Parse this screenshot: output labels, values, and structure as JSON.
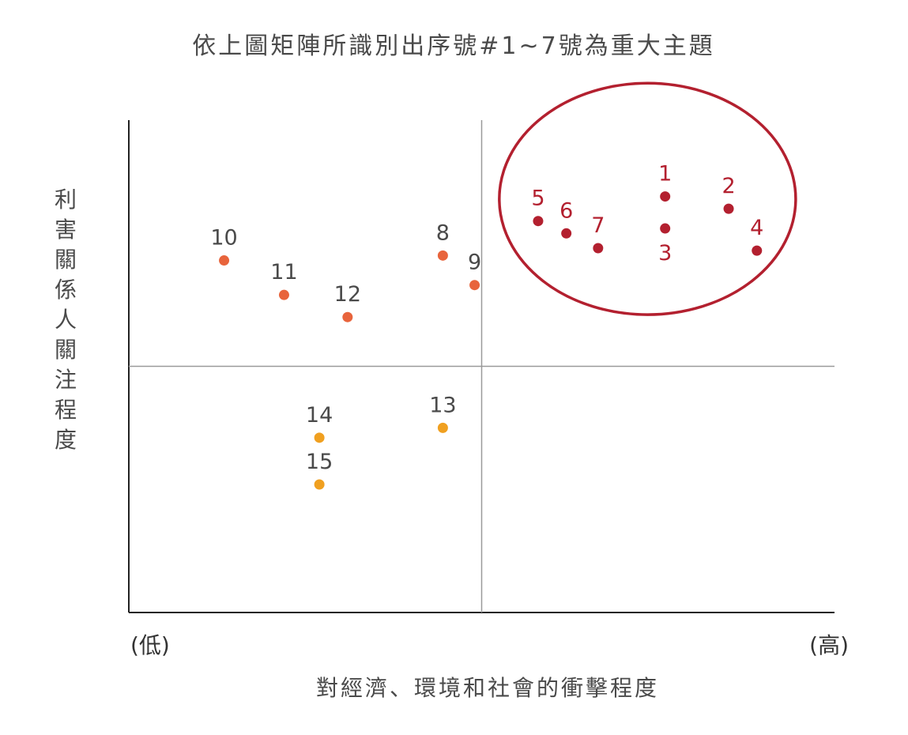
{
  "chart_data": {
    "type": "scatter",
    "title": "依上圖矩陣所識別出序號#1~7號為重大主題",
    "xlabel": "對經濟、環境和社會的衝擊程度",
    "ylabel": "利害關係人關注程度",
    "x_tick_low": "(低)",
    "x_tick_high": "(高)",
    "xlim": [
      0,
      10
    ],
    "ylim": [
      0,
      10
    ],
    "x_divider": 5,
    "y_divider": 5,
    "grid": false,
    "colors": {
      "major": "#b3202f",
      "stakeholder": "#e8643c",
      "impact_low": "#f0a020",
      "axis": "#222222",
      "divider": "#999999"
    },
    "highlight_region": {
      "cx": 7.35,
      "cy": 8.4,
      "rx": 2.1,
      "ry": 2.35
    },
    "points": [
      {
        "label": "1",
        "x": 7.6,
        "y": 8.45,
        "group": "major"
      },
      {
        "label": "2",
        "x": 8.5,
        "y": 8.2,
        "group": "major"
      },
      {
        "label": "3",
        "x": 7.6,
        "y": 7.8,
        "group": "major"
      },
      {
        "label": "4",
        "x": 8.9,
        "y": 7.35,
        "group": "major"
      },
      {
        "label": "5",
        "x": 5.8,
        "y": 7.95,
        "group": "major"
      },
      {
        "label": "6",
        "x": 6.2,
        "y": 7.7,
        "group": "major"
      },
      {
        "label": "7",
        "x": 6.65,
        "y": 7.4,
        "group": "major"
      },
      {
        "label": "8",
        "x": 4.45,
        "y": 7.25,
        "group": "stakeholder"
      },
      {
        "label": "9",
        "x": 4.9,
        "y": 6.65,
        "group": "stakeholder"
      },
      {
        "label": "10",
        "x": 1.35,
        "y": 7.15,
        "group": "stakeholder"
      },
      {
        "label": "11",
        "x": 2.2,
        "y": 6.45,
        "group": "stakeholder"
      },
      {
        "label": "12",
        "x": 3.1,
        "y": 6.0,
        "group": "stakeholder"
      },
      {
        "label": "13",
        "x": 4.45,
        "y": 3.75,
        "group": "impact_low"
      },
      {
        "label": "14",
        "x": 2.7,
        "y": 3.55,
        "group": "impact_low"
      },
      {
        "label": "15",
        "x": 2.7,
        "y": 2.6,
        "group": "impact_low"
      }
    ]
  }
}
